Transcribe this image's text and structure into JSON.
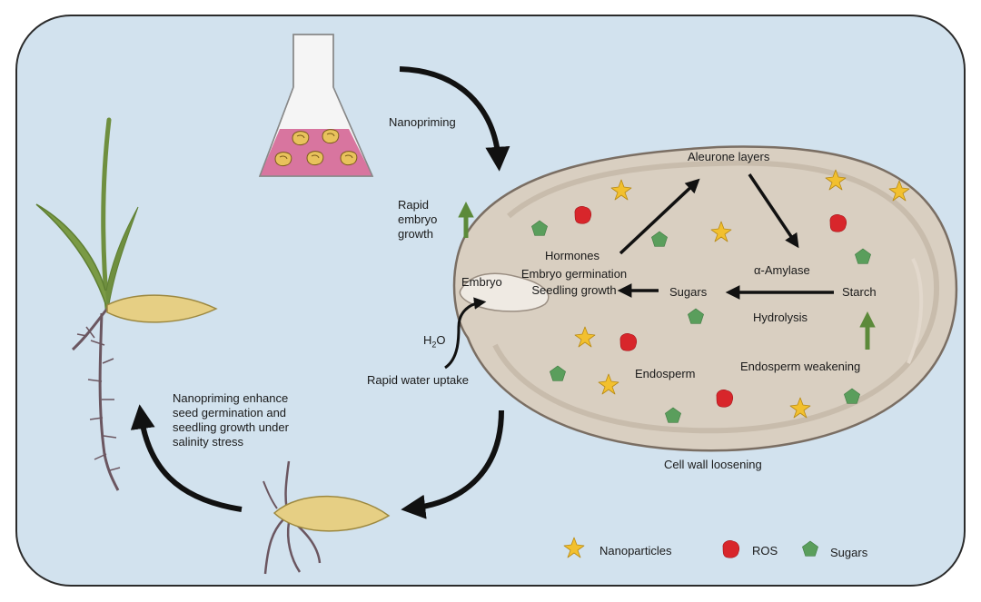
{
  "labels": {
    "nanopriming": "Nanopriming",
    "rapid_embryo_growth": [
      "Rapid",
      "embryo",
      "growth"
    ],
    "aleurone_layers": "Aleurone layers",
    "hormones": "Hormones",
    "embryo_germination": "Embryo germination",
    "seedling_growth": "Seedling growth",
    "embryo": "Embryo",
    "sugars_center": "Sugars",
    "alpha_amylase": "α-Amylase",
    "starch": "Starch",
    "hydrolysis": "Hydrolysis",
    "h2o_main": "H",
    "h2o_sub": "2",
    "h2o_end": "O",
    "rapid_water_uptake": "Rapid water uptake",
    "endosperm": "Endosperm",
    "endosperm_weakening": "Endosperm weakening",
    "cell_wall_loosening": "Cell wall loosening",
    "salinity_note": [
      "Nanopriming enhance",
      "seed germination and",
      "seedling growth under",
      "salinity stress"
    ]
  },
  "legend": [
    {
      "label": "Nanoparticles",
      "icon": "star-icon",
      "color": "#f2c02e"
    },
    {
      "label": "ROS",
      "icon": "blob-icon",
      "color": "#d8262b"
    },
    {
      "label": "Sugars",
      "icon": "pentagon-icon",
      "color": "#5a9e5c"
    }
  ],
  "colors": {
    "panel_bg": "#d2e2ee",
    "seed_fill": "#d9cfc1",
    "seed_edge": "#7a6e63",
    "grain": "#e6cf84",
    "flask_liquid": "#d8759f",
    "green_arrow": "#5c8a3a",
    "root": "#6b5660",
    "leaf": "#6f8f3f"
  }
}
